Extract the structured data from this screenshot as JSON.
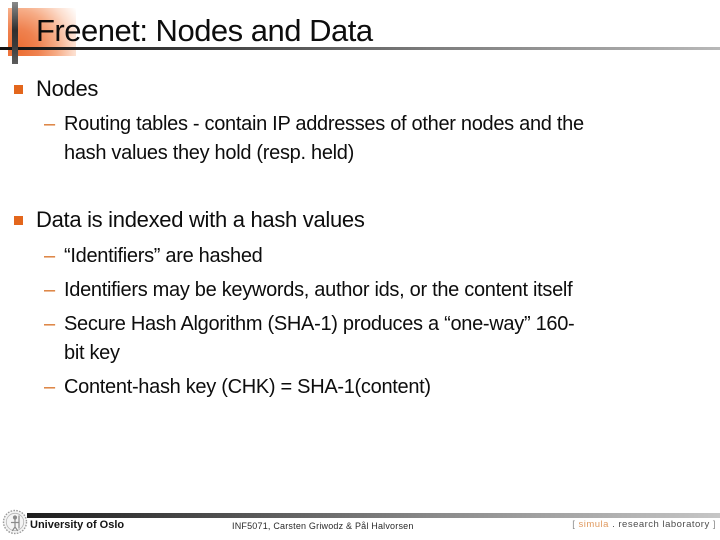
{
  "slide": {
    "title": "Freenet: Nodes and Data"
  },
  "bullets": {
    "dash": "–"
  },
  "sections": [
    {
      "heading": "Nodes",
      "items": [
        {
          "text": "Routing tables - contain IP addresses of other nodes and the\nhash values they hold (resp. held)"
        }
      ]
    },
    {
      "heading": "Data is indexed with a hash values",
      "items": [
        {
          "text": "“Identifiers” are hashed"
        },
        {
          "text": "Identifiers may be keywords, author ids, or the content itself"
        },
        {
          "text": "Secure Hash Algorithm (SHA-1) produces a “one-way” 160-\nbit key"
        },
        {
          "text": "Content-hash key (CHK) = SHA-1(content)"
        }
      ]
    }
  ],
  "footer": {
    "university": "University of Oslo",
    "course": "INF5071, Carsten Griwodz & Pål Halvorsen",
    "simula": {
      "bracket_left": "[ ",
      "brand": "simula",
      "rest": " . research laboratory ",
      "bracket_right": "]"
    }
  },
  "colors": {
    "accent_orange": "#e3661c",
    "dash_orange": "#d9772f",
    "simula_orange": "#e09a60"
  }
}
